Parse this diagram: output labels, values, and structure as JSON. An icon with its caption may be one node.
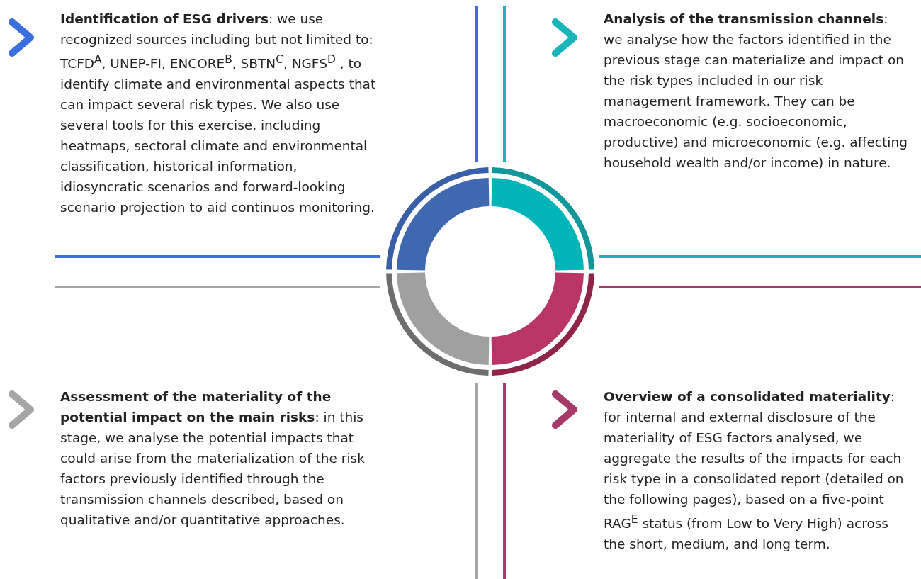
{
  "diagram": {
    "nodes": [
      {
        "text": [
          "**Identification of ESG drivers**: we use recognized sources including but not limited to: TCFD$^{A}$, UNEP-FI, ENCORE$^{B}$, SBTN$^{C}$, NGFS$^{D}$ , to identify climate and environmental aspects that can impact several risk types. We also use several tools for this exercise, including heatmaps, sectoral climate and environmental classification, historical information, idiosyncratic scenarios and forward-looking scenario projection to aid continuos monitoring."
        ]
      },
      {
        "text": [
          "**Analysis of the transmission channels**: we analyse how the factors identified in the previous stage can materialize and impact on the risk types included in our risk management framework. They can be macroeconomic (e.g. socioeconomic, productive) and microeconomic (e.g. affecting household wealth and/or income) in nature."
        ]
      },
      {
        "text": [
          "**Assessment of the materiality of the potential impact on the main risks**: in this stage, we analyse the potential impacts that could arise from the materialization of the risk factors previously identified through the transmission channels described, based on qualitative and/or quantitative approaches."
        ]
      },
      {
        "text": [
          "**Overview of a consolidated materiality**: for internal and external disclosure of the materiality of ESG factors analysed, we aggregate the results of the impacts for each risk type in a consolidated report (detailed on the following pages), based on a five-point RAG$^{E}$ status (from Low to Very High) across the short, medium, and long term."
        ]
      }
    ]
  }
}
